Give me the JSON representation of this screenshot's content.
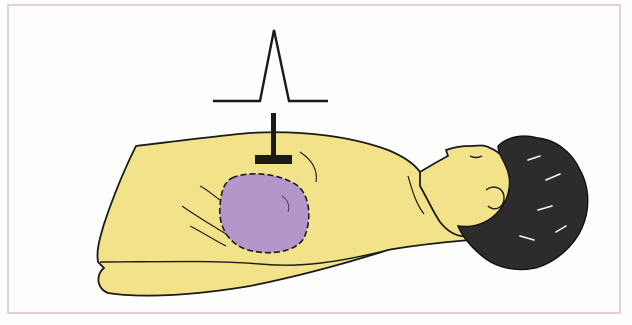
{
  "figure": {
    "subject": "supine-patient-with-ultrasound-probe",
    "colors": {
      "background": "#fdfdfc",
      "frame_border": "#e7cfd3",
      "skin": "#f2e38b",
      "heart_region": "#b596cb",
      "hair": "#2c2c2c",
      "outline": "#1a1a1a"
    },
    "elements": [
      "pulse-waveform",
      "transducer-probe",
      "patient-body",
      "heart-region",
      "patient-head",
      "hair"
    ]
  }
}
